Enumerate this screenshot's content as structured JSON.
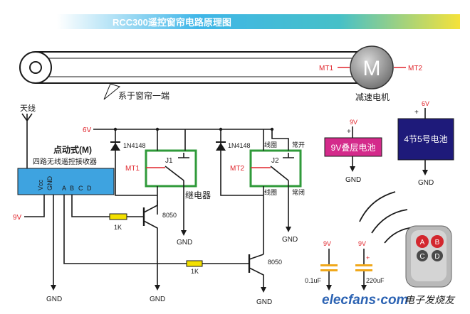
{
  "title": "RCC300遥控窗帘电路原理图",
  "motor": {
    "symbol": "M",
    "label": "减速电机",
    "mt1": "MT1",
    "mt2": "MT2"
  },
  "curtain_label": "系于窗帘一端",
  "antenna_label": "天线",
  "receiver": {
    "title": "点动式(M)",
    "name": "四路无线遥控接收器",
    "pins": [
      "Vcc",
      "GND",
      "A",
      "B",
      "C",
      "D"
    ]
  },
  "supply": {
    "v6": "6V",
    "v9": "9V"
  },
  "relay1": {
    "label": "J1",
    "diode": "1N4148",
    "mt": "MT1"
  },
  "relay2": {
    "label": "J2",
    "diode": "1N4148",
    "mt": "MT2",
    "coil_top": "线圈",
    "coil_bottom": "线圈",
    "no": "常开",
    "nc": "常闭"
  },
  "relay_caption": "继电器",
  "transistor1": "8050",
  "transistor2": "8050",
  "resistor1": "1K",
  "resistor2": "1K",
  "gnd": "GND",
  "battery9": {
    "voltage": "9V",
    "plus": "+",
    "label": "9V叠层电池",
    "gnd": "GND",
    "color": "#d42a8b"
  },
  "battery4": {
    "voltage": "6V",
    "plus": "+",
    "label": "4节5号电池",
    "gnd": "GND",
    "color": "#1e1a7a"
  },
  "cap1": {
    "voltage": "9V",
    "value": "0.1uF"
  },
  "cap2": {
    "voltage": "9V",
    "plus": "+",
    "value": "220uF"
  },
  "remote_buttons": [
    "A",
    "B",
    "C",
    "D"
  ],
  "watermark": "elecfans·com",
  "watermark_cn": "电子发烧友"
}
